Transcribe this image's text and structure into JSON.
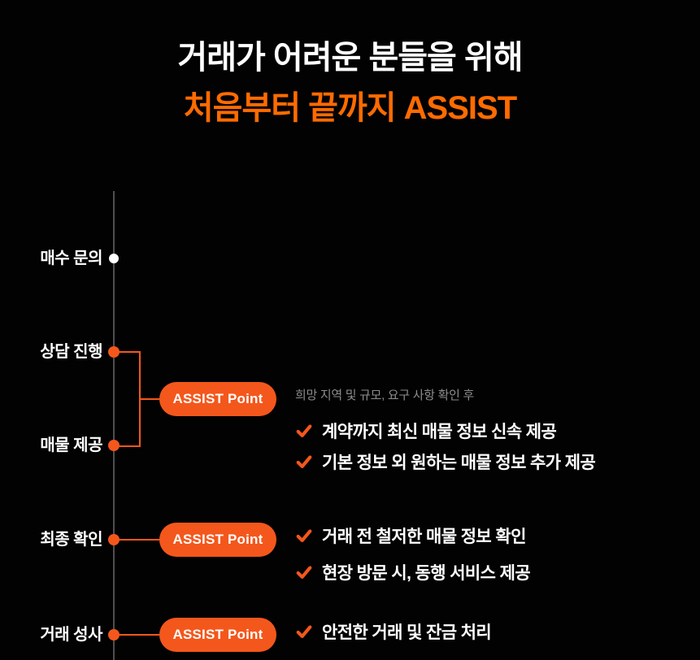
{
  "header": {
    "title": "거래가 어려운 분들을 위해",
    "subtitle": "처음부터 끝까지 ASSIST"
  },
  "colors": {
    "background": "#020202",
    "accent_orange": "#ff6b00",
    "pill_orange": "#f4571c",
    "timeline_gray": "#4f4f4f",
    "note_gray": "#8c8c8c",
    "first_dot_white": "#ffffff"
  },
  "timeline": {
    "steps": [
      {
        "label": "매수 문의"
      },
      {
        "label": "상담 진행"
      },
      {
        "label": "매물 제공"
      },
      {
        "label": "최종 확인"
      },
      {
        "label": "거래 성사"
      }
    ]
  },
  "assist_sections": [
    {
      "badge": "ASSIST Point",
      "note": "희망 지역 및 규모, 요구 사항 확인 후",
      "items": [
        "계약까지 최신 매물 정보 신속 제공",
        "기본 정보 외 원하는 매물 정보 추가 제공"
      ]
    },
    {
      "badge": "ASSIST Point",
      "items": [
        "거래 전 철저한 매물 정보 확인",
        "현장 방문 시, 동행 서비스 제공"
      ]
    },
    {
      "badge": "ASSIST Point",
      "items": [
        "안전한 거래 및 잔금 처리"
      ]
    }
  ]
}
